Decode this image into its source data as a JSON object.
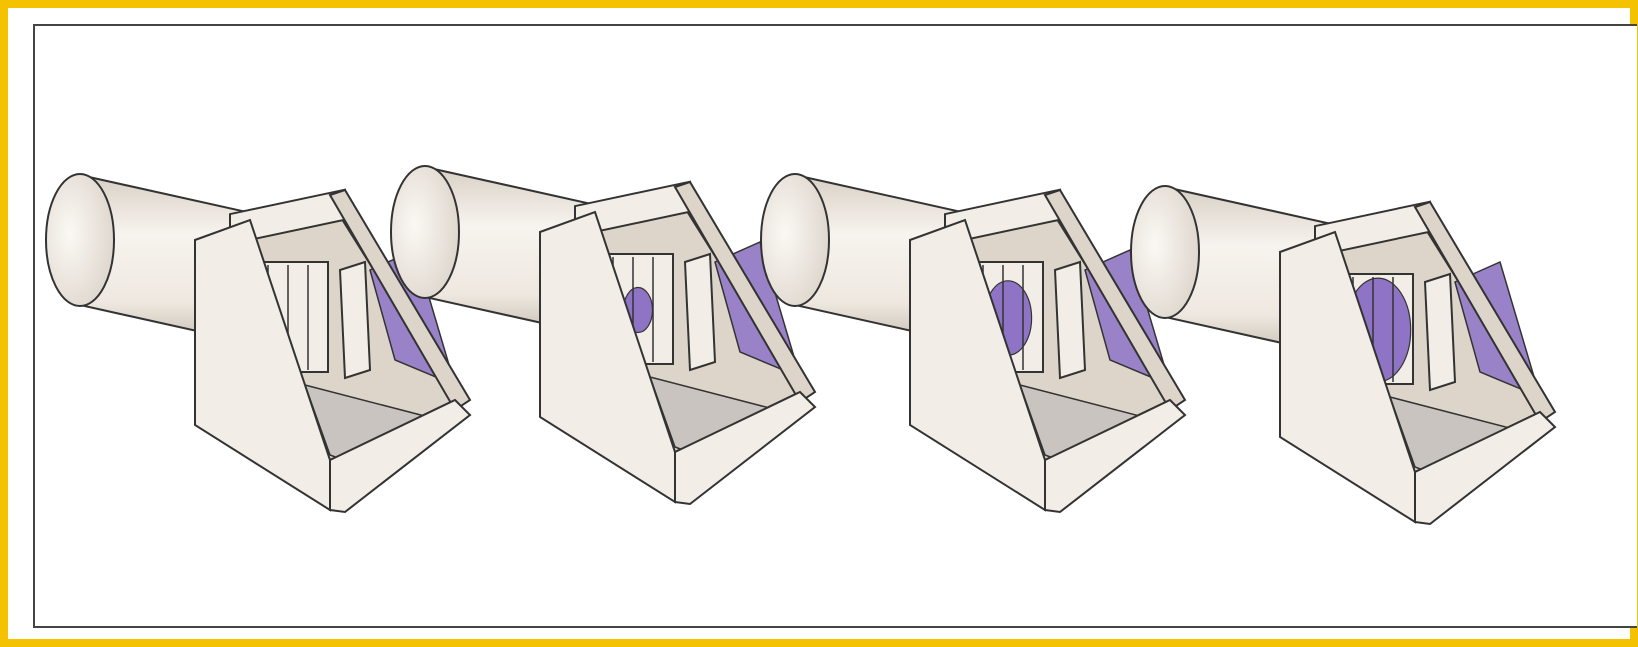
{
  "figure": {
    "panels": [
      {
        "stage": 1,
        "gate_fill": 0.0
      },
      {
        "stage": 2,
        "gate_fill": 0.25
      },
      {
        "stage": 3,
        "gate_fill": 0.6
      },
      {
        "stage": 4,
        "gate_fill": 0.95
      }
    ]
  },
  "colors": {
    "frame": "#f5c200",
    "border": "#444444",
    "body": "#f2ede6",
    "body_shade": "#ddd5ca",
    "floor": "#c9c4bf",
    "pipe": "#f0ebe4",
    "pipe_shade": "#c9c0b5",
    "wall_accent": "#9a82c8",
    "gate": "#8f74c6",
    "line": "#333333"
  }
}
